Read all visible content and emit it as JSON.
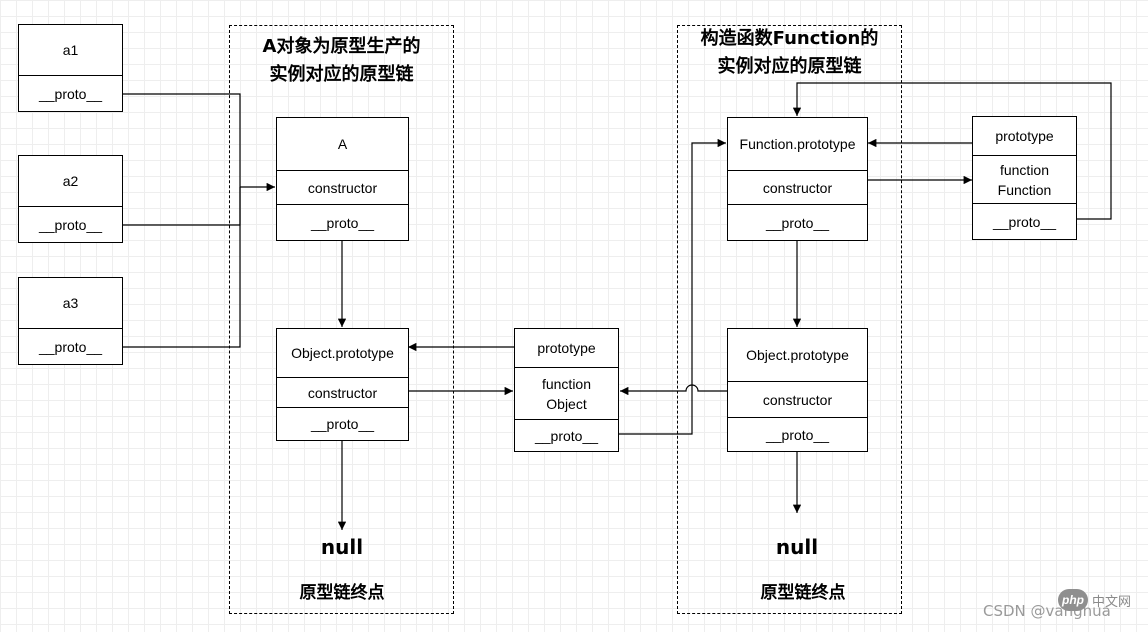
{
  "left_frame": {
    "title_line1": "A对象为原型生产的",
    "title_line2": "实例对应的原型链",
    "null_text": "null",
    "end_text": "原型链终点"
  },
  "right_frame": {
    "title_line1": "构造函数Function的",
    "title_line2": "实例对应的原型链",
    "null_text": "null",
    "end_text": "原型链终点"
  },
  "instances": [
    {
      "name": "a1",
      "proto": "__proto__"
    },
    {
      "name": "a2",
      "proto": "__proto__"
    },
    {
      "name": "a3",
      "proto": "__proto__"
    }
  ],
  "box_A": {
    "name": "A",
    "constructor": "constructor",
    "proto": "__proto__"
  },
  "box_obj_left": {
    "name": "Object.prototype",
    "constructor": "constructor",
    "proto": "__proto__"
  },
  "box_fn_object": {
    "prototype": "prototype",
    "line1": "function",
    "line2": "Object",
    "proto": "__proto__"
  },
  "box_fn_proto": {
    "name": "Function.prototype",
    "constructor": "constructor",
    "proto": "__proto__"
  },
  "box_fn_function": {
    "prototype": "prototype",
    "line1": "function",
    "line2": "Function",
    "proto": "__proto__"
  },
  "box_obj_right": {
    "name": "Object.prototype",
    "constructor": "constructor",
    "proto": "__proto__"
  },
  "watermark": {
    "logo": "php",
    "site": "中文网",
    "text": "CSDN @vanghua"
  }
}
